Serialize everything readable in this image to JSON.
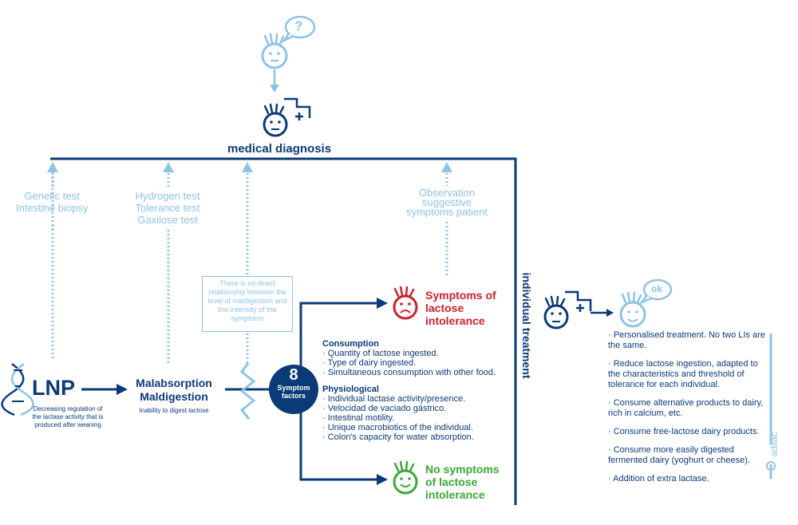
{
  "top": {
    "question_mark": "?",
    "medical_diagnosis": "medical diagnosis"
  },
  "tests": {
    "genetic": [
      "Genetic test",
      "Intestine biopsy"
    ],
    "hydrogen": [
      "Hydrogen test",
      "Tolerance test",
      "Gaxilose test"
    ],
    "observation": [
      "Observation",
      "suggestive",
      "symptoms patient"
    ]
  },
  "note": "There is no direct relationship between the level of maldigestion and the intensity of the symptoms",
  "lnp": {
    "title": "LNP",
    "caption": [
      "Decreasing regulation of",
      "the lactase activity that is",
      "produced after weaning"
    ]
  },
  "malabsorption": {
    "line1": "Malabsorption",
    "line2": "Maldigestion",
    "caption": "Inability to digest lactose"
  },
  "factors": {
    "number": "8",
    "line1": "Symptom",
    "line2": "factors"
  },
  "consumption": {
    "heading": "Consumption",
    "items": [
      "· Quantity of lactose ingested.",
      "· Type of dairy ingested.",
      "· Simultaneous consumption with other food."
    ]
  },
  "physiological": {
    "heading": "Physiological",
    "items": [
      "· Individual lactase activity/presence.",
      "· Velocidad de vaciado gástrico.",
      "· Intestinal motility.",
      "· Unique macrobiotics of the individual.",
      "· Colon's capacity for water absorption."
    ]
  },
  "outcomes": {
    "symptoms": [
      "Symptoms of",
      "lactose",
      "intolerance"
    ],
    "no_symptoms": [
      "No symptoms",
      "of lactose",
      "intolerance"
    ]
  },
  "vertical_label": "individual treatment",
  "ok_label": "ok",
  "recommendations": [
    "· Personalised treatment. No two LIs are the same.",
    "· Reduce lactose ingestion, adapted to the characteristics and threshold of tolerance for each individual.",
    "· Consume alternative products to dairy, rich in calcium, etc.",
    "· Consume free-lactose dairy products.",
    "· Consume more easily digested fermented dairy (yoghurt or cheese).",
    "· Addition of extra lactase."
  ],
  "logo": "adilac",
  "colors": {
    "dark_blue": "#0b3a78",
    "light_blue": "#8ec3e6",
    "red": "#d0202a",
    "green": "#3aa935"
  }
}
